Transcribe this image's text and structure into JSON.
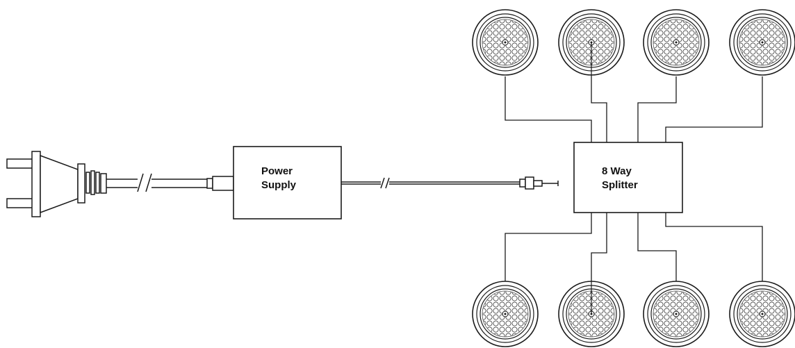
{
  "diagram": {
    "power_supply": {
      "line1": "Power",
      "line2": "Supply"
    },
    "splitter": {
      "line1": "8 Way",
      "line2": "Splitter"
    },
    "light_count": 8,
    "line_color": "#1a1a1a",
    "icons": {
      "plug": "power-plug-icon",
      "light": "led-puck-light-icon",
      "break": "cable-break-icon",
      "connector": "dc-connector-icon"
    }
  }
}
